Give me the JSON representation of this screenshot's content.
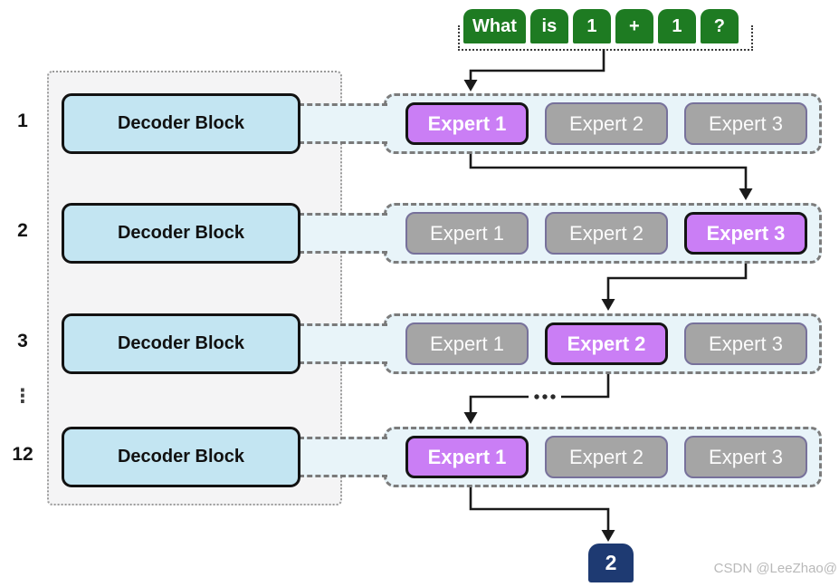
{
  "prompt": {
    "tokens": [
      "What",
      "is",
      "1",
      "+",
      "1",
      "?"
    ]
  },
  "layers": [
    {
      "index": "1",
      "block_label": "Decoder Block",
      "experts": [
        {
          "label": "Expert 1",
          "selected": true
        },
        {
          "label": "Expert 2",
          "selected": false
        },
        {
          "label": "Expert 3",
          "selected": false
        }
      ]
    },
    {
      "index": "2",
      "block_label": "Decoder Block",
      "experts": [
        {
          "label": "Expert 1",
          "selected": false
        },
        {
          "label": "Expert 2",
          "selected": false
        },
        {
          "label": "Expert 3",
          "selected": true
        }
      ]
    },
    {
      "index": "3",
      "block_label": "Decoder Block",
      "experts": [
        {
          "label": "Expert 1",
          "selected": false
        },
        {
          "label": "Expert 2",
          "selected": true
        },
        {
          "label": "Expert 3",
          "selected": false
        }
      ]
    },
    {
      "index": "12",
      "block_label": "Decoder Block",
      "experts": [
        {
          "label": "Expert 1",
          "selected": true
        },
        {
          "label": "Expert 2",
          "selected": false
        },
        {
          "label": "Expert 3",
          "selected": false
        }
      ]
    }
  ],
  "skipped_layers_ellipsis": "⋮",
  "routing_skip_dots": "•••",
  "output": {
    "value": "2"
  },
  "watermark": {
    "text": "CSDN @LeeZhao@"
  },
  "colors": {
    "token_green": "#1e7b22",
    "decoder_blue": "#c3e5f2",
    "expert_row_bg": "#e8f4f9",
    "expert_gray": "#a5a5a5",
    "expert_gray_border": "#77719b",
    "expert_selected_purple": "#ca7ef5",
    "output_navy": "#1e3a72",
    "arrow_black": "#1a1a1a",
    "watermark_gray": "#b9b9b9"
  }
}
